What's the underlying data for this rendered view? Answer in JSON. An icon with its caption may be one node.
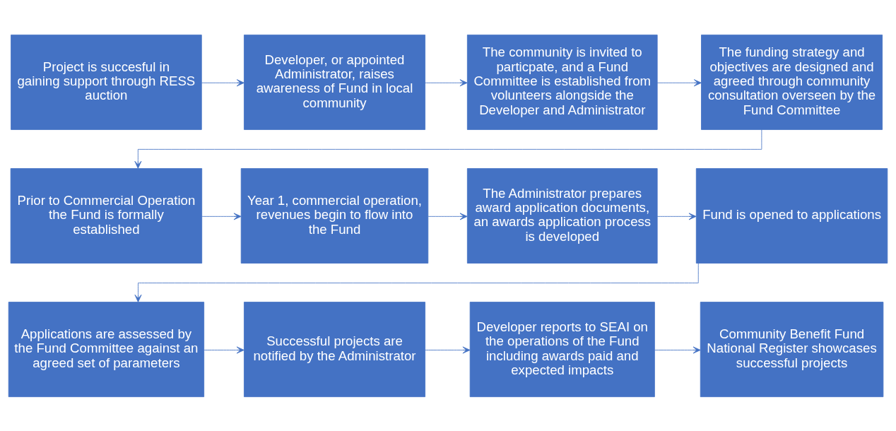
{
  "diagram": {
    "nodes": [
      {
        "text": [
          "Project is succesful in gaining support through RESS auction"
        ]
      },
      {
        "text": [
          "Developer, or appointed Administrator, raises awareness of Fund in local community"
        ]
      },
      {
        "text": [
          "The community is invited to particpate, and a Fund Committee is established from volunteers alongside the Developer and Administrator"
        ]
      },
      {
        "text": [
          "The funding strategy and objectives are designed and agreed through community consultation overseen by the Fund Committee"
        ]
      },
      {
        "text": [
          "Prior to Commercial Operation the Fund is formally established"
        ]
      },
      {
        "text": [
          "Year 1, commercial operation, revenues begin to flow into the Fund"
        ]
      },
      {
        "text": [
          "The Administrator prepares award application documents, an awards application process is developed"
        ]
      },
      {
        "text": [
          "Fund is opened to applications"
        ]
      },
      {
        "text": [
          "Applications are assessed by the Fund Committee against an agreed set of parameters"
        ]
      },
      {
        "text": [
          "Successful projects are notified by the Administrator"
        ]
      },
      {
        "text": [
          "Developer reports to SEAI on the operations of the Fund including awards paid and expected impacts"
        ]
      },
      {
        "text": [
          "Community Benefit Fund National Register showcases successful projects"
        ]
      }
    ],
    "edges": [
      {
        "from": 0,
        "to": 1,
        "arrow": "to"
      },
      {
        "from": 1,
        "to": 2,
        "arrow": "to"
      },
      {
        "from": 2,
        "to": 3,
        "arrow": "to"
      },
      {
        "from": 3,
        "to": 4,
        "arrow": "to"
      },
      {
        "from": 4,
        "to": 5,
        "arrow": "to"
      },
      {
        "from": 5,
        "to": 6,
        "arrow": "to"
      },
      {
        "from": 6,
        "to": 7,
        "arrow": "to"
      },
      {
        "from": 7,
        "to": 8,
        "arrow": "to"
      },
      {
        "from": 8,
        "to": 9,
        "arrow": "to"
      },
      {
        "from": 9,
        "to": 10,
        "arrow": "to"
      },
      {
        "from": 10,
        "to": 11,
        "arrow": "to"
      }
    ]
  }
}
